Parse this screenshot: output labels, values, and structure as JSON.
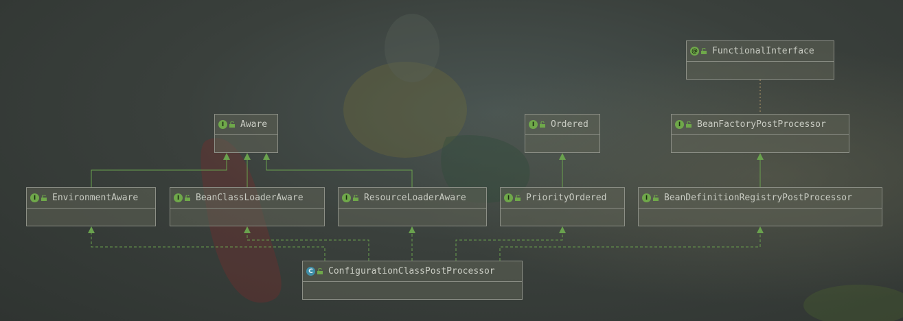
{
  "diagram": {
    "nodes": [
      {
        "id": "functional-interface",
        "label": "FunctionalInterface",
        "kind": "annotation",
        "badge": "@"
      },
      {
        "id": "aware",
        "label": "Aware",
        "kind": "interface",
        "badge": "I"
      },
      {
        "id": "ordered",
        "label": "Ordered",
        "kind": "interface",
        "badge": "I"
      },
      {
        "id": "bean-factory-post-processor",
        "label": "BeanFactoryPostProcessor",
        "kind": "interface",
        "badge": "I"
      },
      {
        "id": "environment-aware",
        "label": "EnvironmentAware",
        "kind": "interface",
        "badge": "I"
      },
      {
        "id": "bean-class-loader-aware",
        "label": "BeanClassLoaderAware",
        "kind": "interface",
        "badge": "I"
      },
      {
        "id": "resource-loader-aware",
        "label": "ResourceLoaderAware",
        "kind": "interface",
        "badge": "I"
      },
      {
        "id": "priority-ordered",
        "label": "PriorityOrdered",
        "kind": "interface",
        "badge": "I"
      },
      {
        "id": "bean-definition-registry-post-processor",
        "label": "BeanDefinitionRegistryPostProcessor",
        "kind": "interface",
        "badge": "I"
      },
      {
        "id": "configuration-class-post-processor",
        "label": "ConfigurationClassPostProcessor",
        "kind": "class",
        "badge": "C"
      }
    ],
    "edges": [
      {
        "from": "environment-aware",
        "to": "aware",
        "type": "extends"
      },
      {
        "from": "bean-class-loader-aware",
        "to": "aware",
        "type": "extends"
      },
      {
        "from": "resource-loader-aware",
        "to": "aware",
        "type": "extends"
      },
      {
        "from": "priority-ordered",
        "to": "ordered",
        "type": "extends"
      },
      {
        "from": "bean-definition-registry-post-processor",
        "to": "bean-factory-post-processor",
        "type": "extends"
      },
      {
        "from": "bean-factory-post-processor",
        "to": "functional-interface",
        "type": "annotated"
      },
      {
        "from": "configuration-class-post-processor",
        "to": "environment-aware",
        "type": "implements"
      },
      {
        "from": "configuration-class-post-processor",
        "to": "bean-class-loader-aware",
        "type": "implements"
      },
      {
        "from": "configuration-class-post-processor",
        "to": "resource-loader-aware",
        "type": "implements"
      },
      {
        "from": "configuration-class-post-processor",
        "to": "priority-ordered",
        "type": "implements"
      },
      {
        "from": "configuration-class-post-processor",
        "to": "bean-definition-registry-post-processor",
        "type": "implements"
      }
    ]
  },
  "colors": {
    "edge": "#6aa24e",
    "annotation_edge": "#b59a6a",
    "interface_badge": "#6fa84a",
    "class_badge": "#3f8ea7"
  }
}
